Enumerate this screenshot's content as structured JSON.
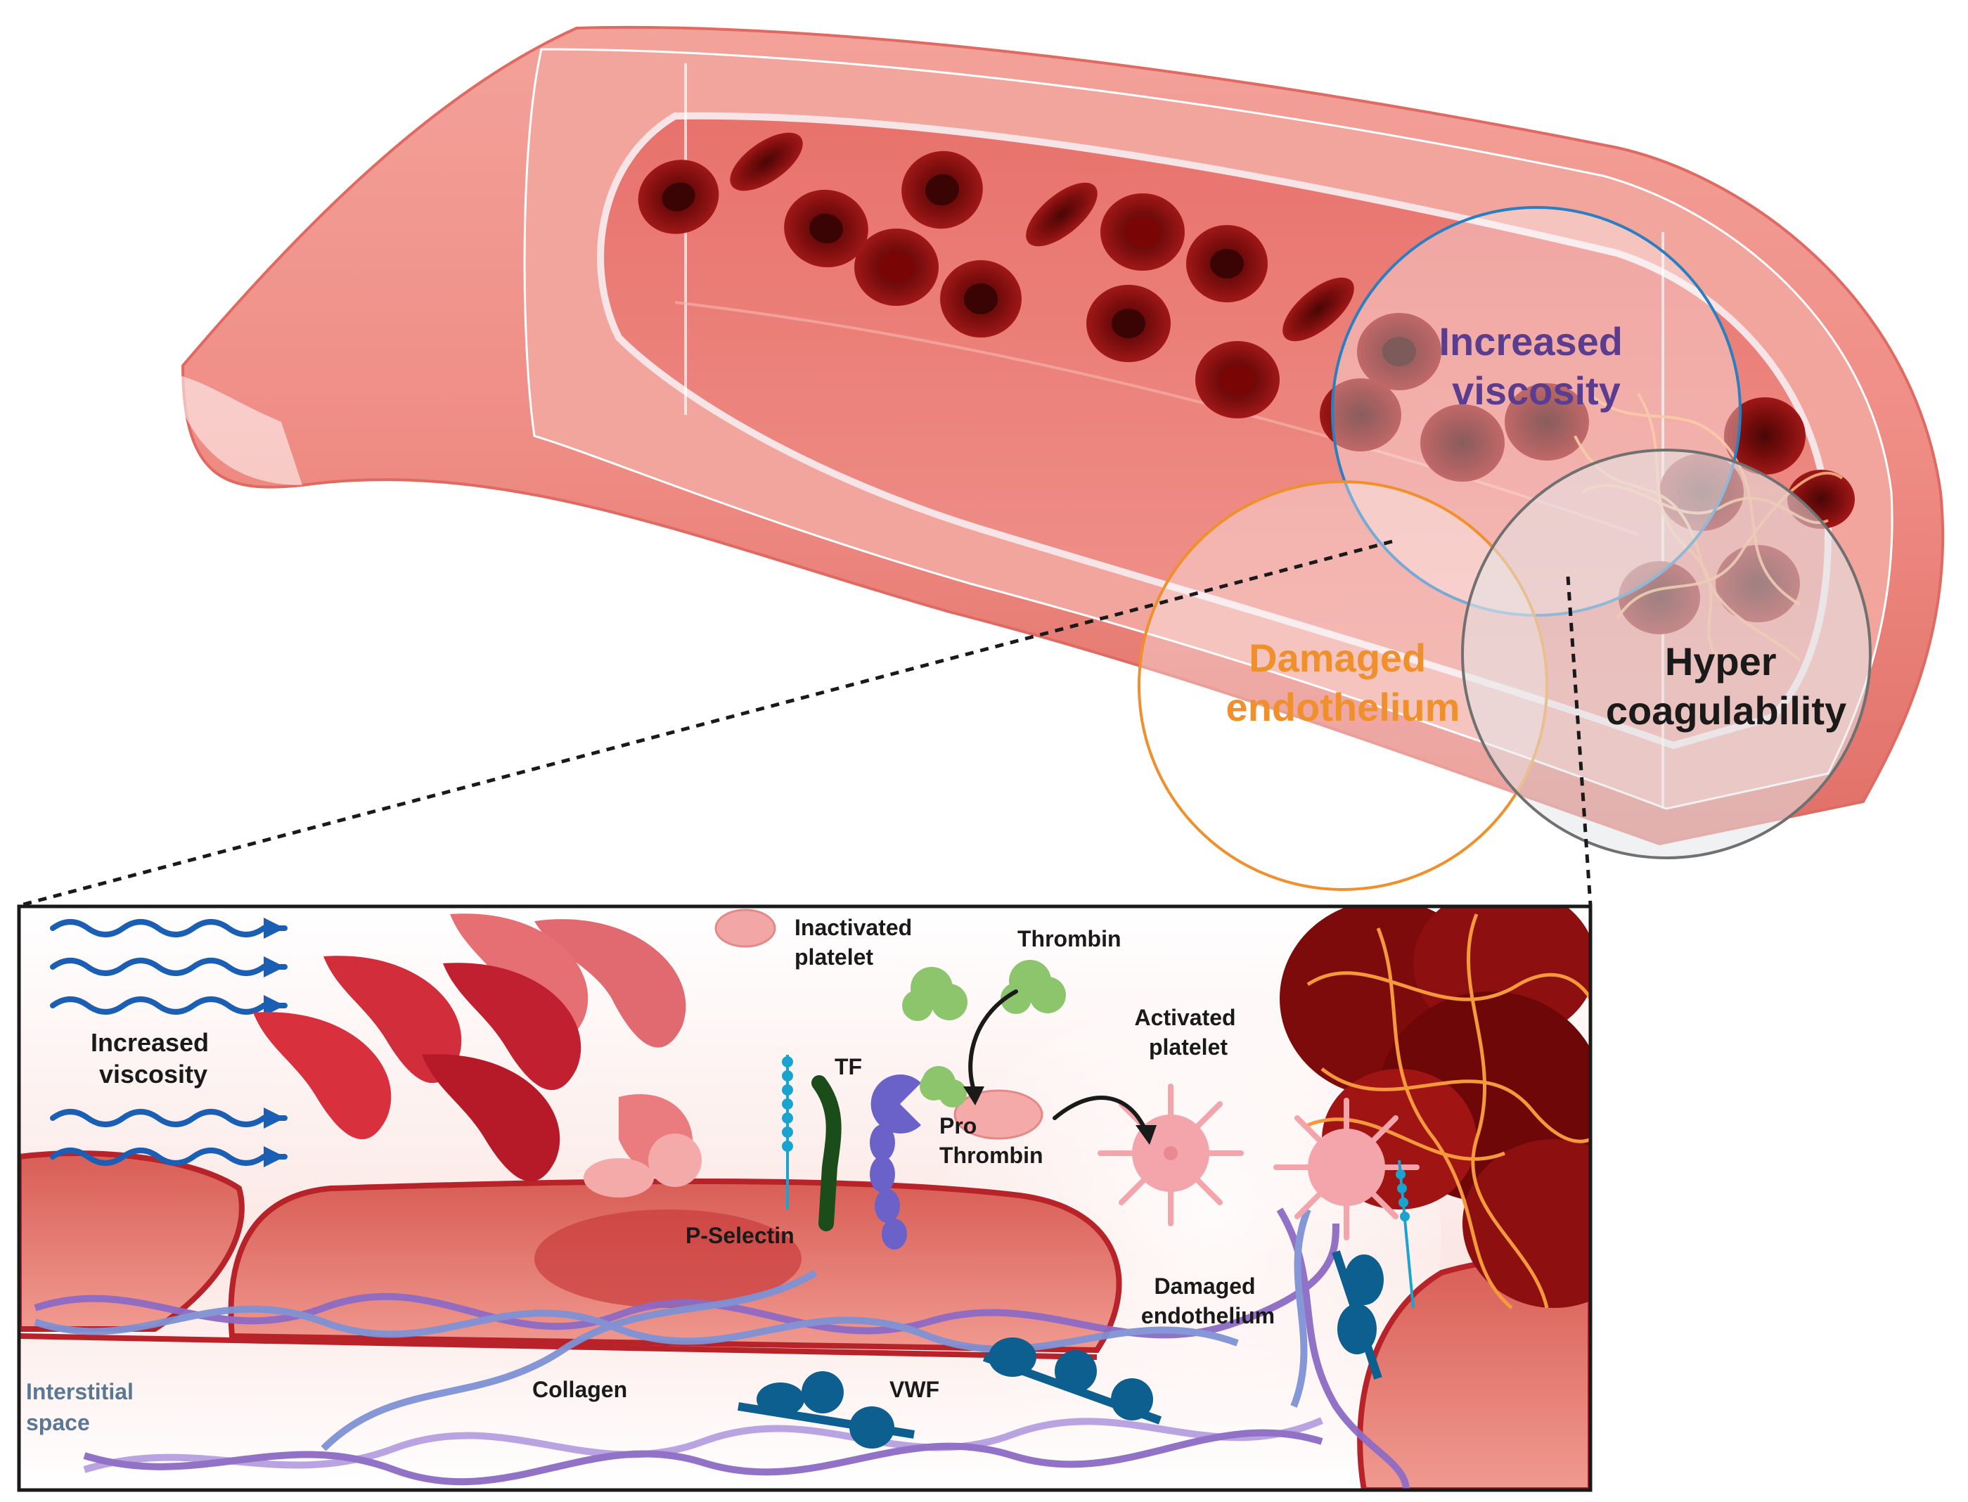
{
  "triad": {
    "viscosity": "Increased viscosity",
    "viscosity_lines": [
      "Increased",
      "viscosity"
    ],
    "endothelium": "Damaged endothelium",
    "endothelium_lines": [
      "Damaged",
      "endothelium"
    ],
    "coagulability": "Hyper coagulability",
    "coagulability_lines": [
      "Hyper",
      "coagulability"
    ]
  },
  "inset": {
    "viscosity_lines": [
      "Increased",
      "viscosity"
    ],
    "inactivated_platelet_lines": [
      "Inactivated",
      "platelet"
    ],
    "thrombin": "Thrombin",
    "activated_platelet_lines": [
      "Activated",
      "platelet"
    ],
    "tf": "TF",
    "prothrombin_lines": [
      "Pro",
      "Thrombin"
    ],
    "p_selectin": "P-Selectin",
    "damaged_endothelium_lines": [
      "Damaged",
      "endothelium"
    ],
    "interstitial_lines": [
      "Interstitial",
      "space"
    ],
    "collagen": "Collagen",
    "vwf": "VWF"
  },
  "colors": {
    "viscosity": "#5b3d8f",
    "endothelium": "#f0902c",
    "coagulability": "#1a1a1a",
    "interstitial": "#5a7895",
    "viscosity_circle": "#2a7fc0",
    "endothelium_circle": "#f0902c",
    "coagulability_circle": "#707070"
  }
}
